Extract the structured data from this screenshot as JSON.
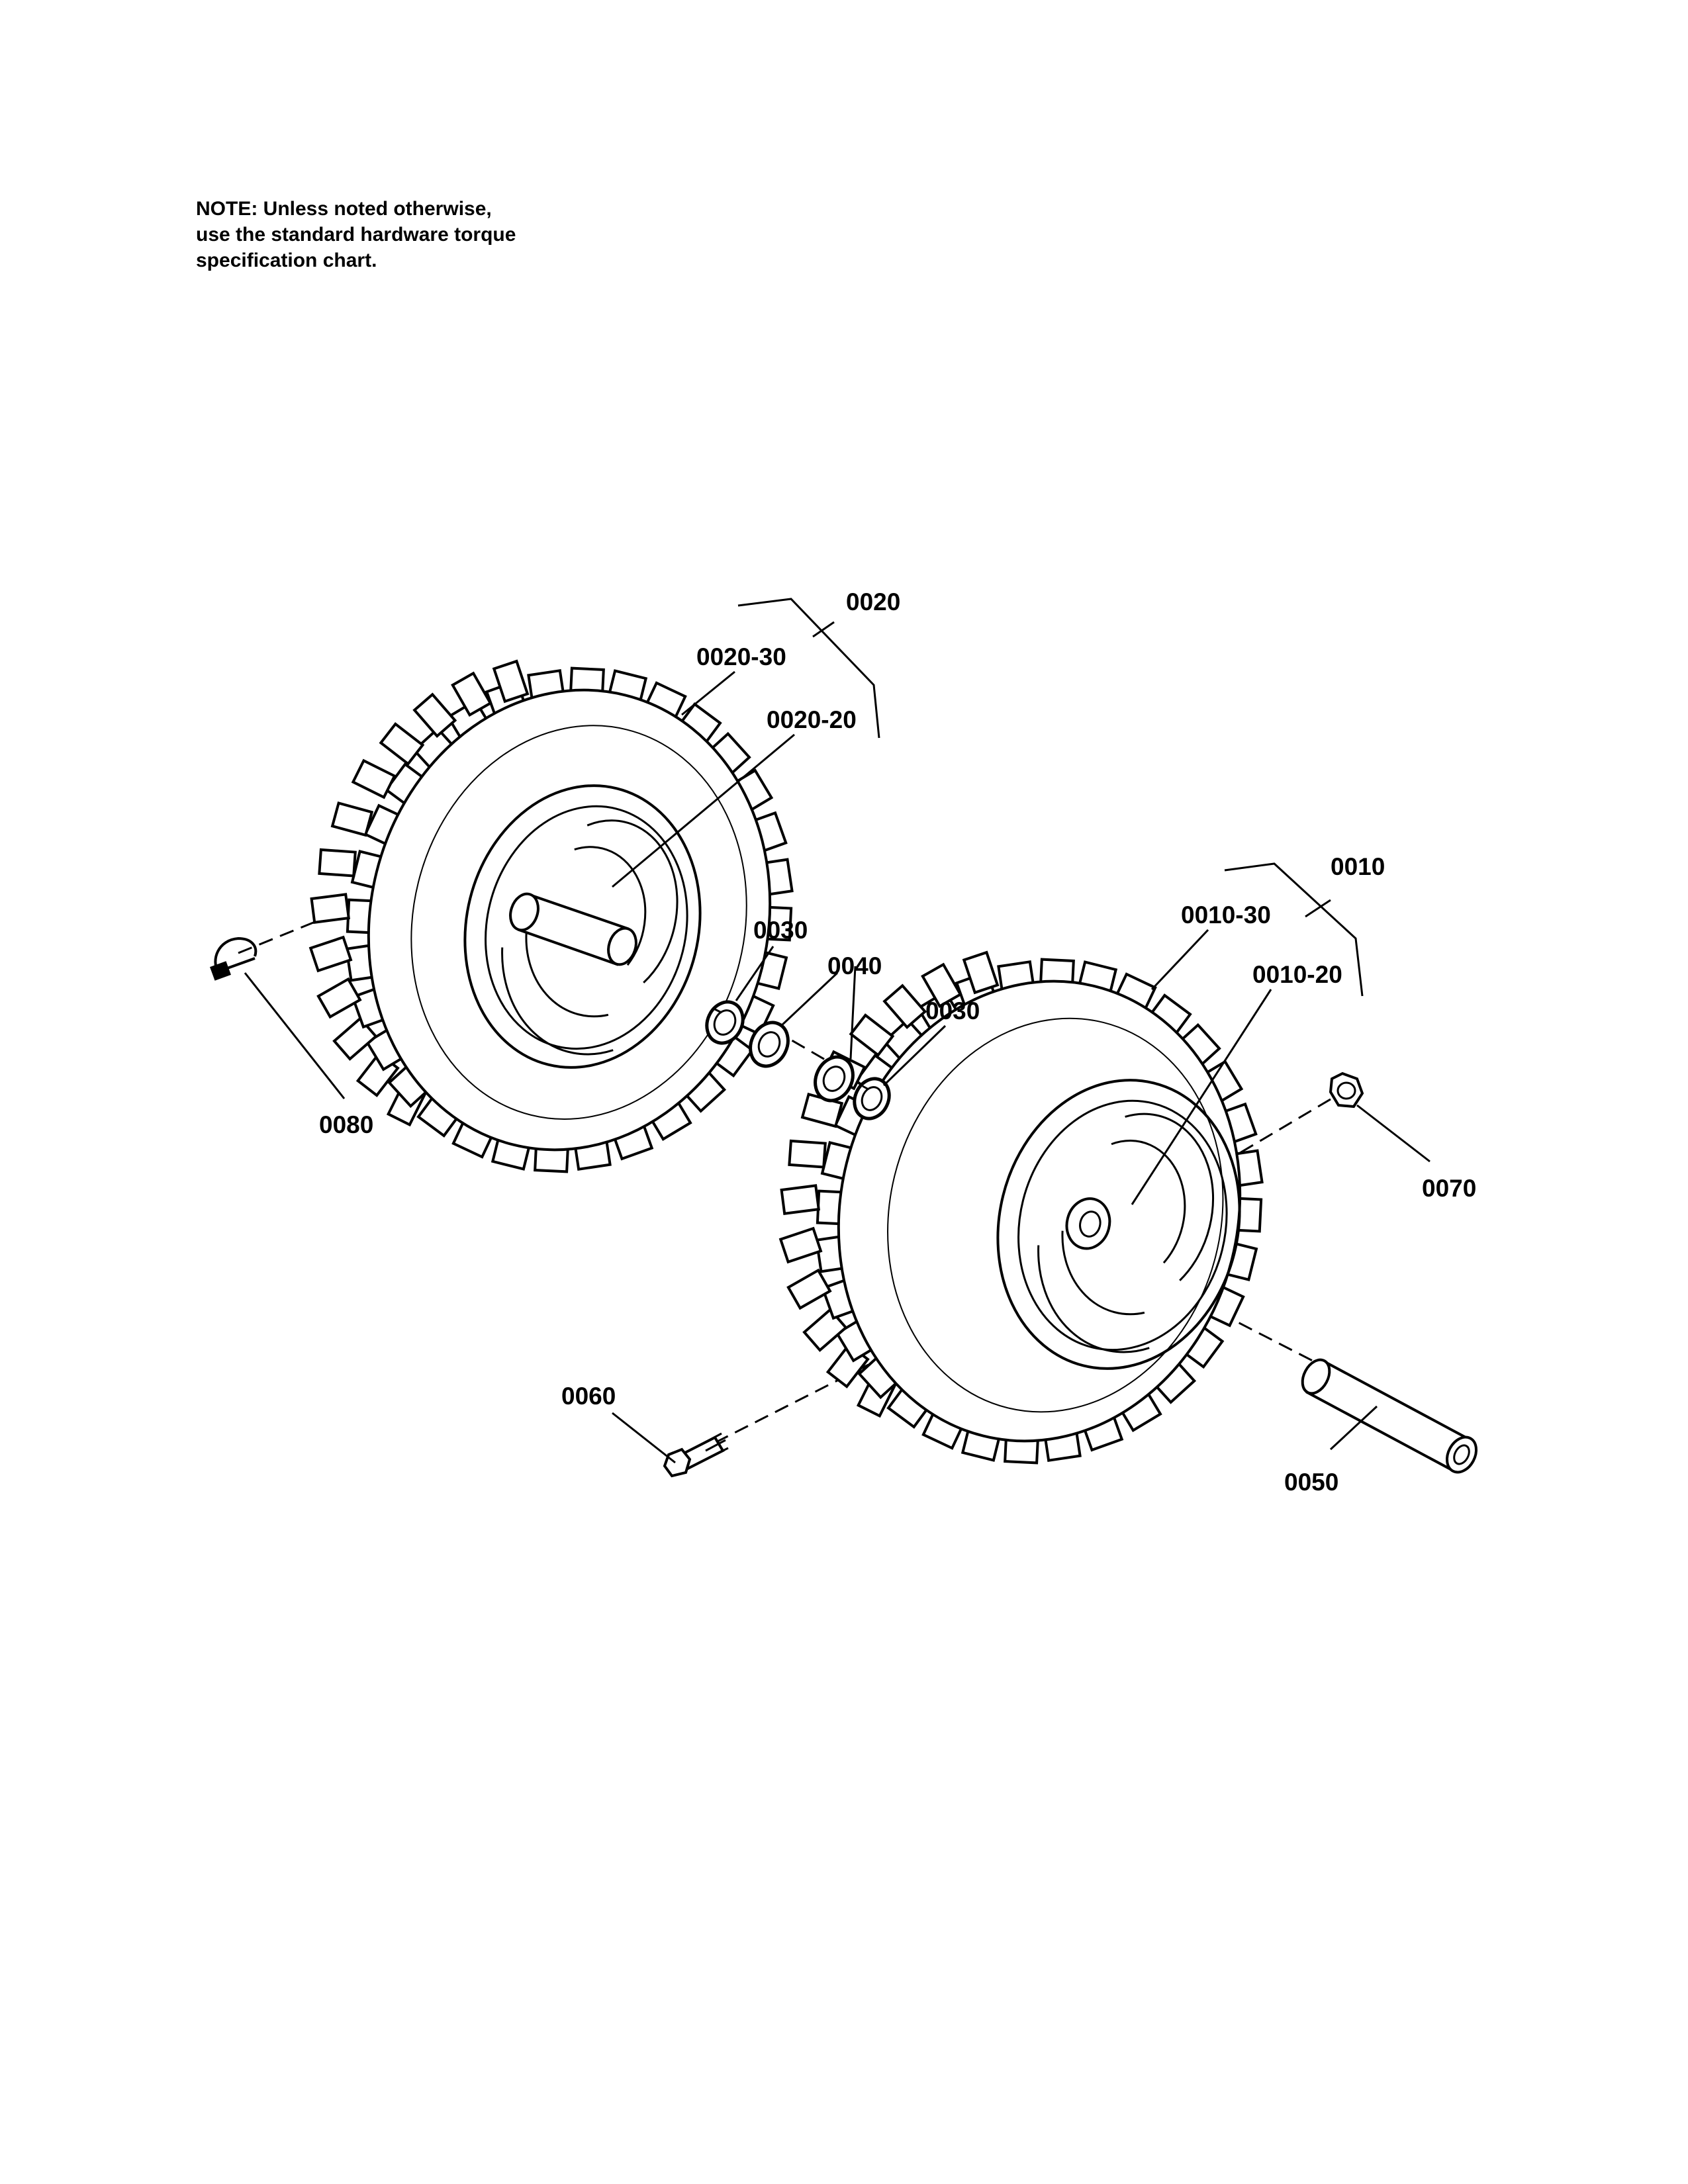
{
  "note": {
    "lines": [
      "NOTE: Unless noted otherwise,",
      "use the standard hardware torque",
      "specification chart."
    ]
  },
  "callouts": [
    {
      "id": "0020",
      "text": "0020"
    },
    {
      "id": "0020-30",
      "text": "0020-30"
    },
    {
      "id": "0020-20",
      "text": "0020-20"
    },
    {
      "id": "0010",
      "text": "0010"
    },
    {
      "id": "0010-30",
      "text": "0010-30"
    },
    {
      "id": "0010-20",
      "text": "0010-20"
    },
    {
      "id": "0030a",
      "text": "0030"
    },
    {
      "id": "0040",
      "text": "0040"
    },
    {
      "id": "0030b",
      "text": "0030"
    },
    {
      "id": "0080",
      "text": "0080"
    },
    {
      "id": "0070",
      "text": "0070"
    },
    {
      "id": "0060",
      "text": "0060"
    },
    {
      "id": "0050",
      "text": "0050"
    }
  ],
  "parts": [
    {
      "name": "wheel-assembly-left",
      "callout": "0020"
    },
    {
      "name": "wheel-assembly-right",
      "callout": "0010"
    },
    {
      "name": "spring-washer",
      "callout": "0030"
    },
    {
      "name": "flat-washer",
      "callout": "0040"
    },
    {
      "name": "hairpin-clip",
      "callout": "0080"
    },
    {
      "name": "hex-nut",
      "callout": "0070"
    },
    {
      "name": "hex-bolt",
      "callout": "0060"
    },
    {
      "name": "spacer-tube",
      "callout": "0050"
    }
  ]
}
